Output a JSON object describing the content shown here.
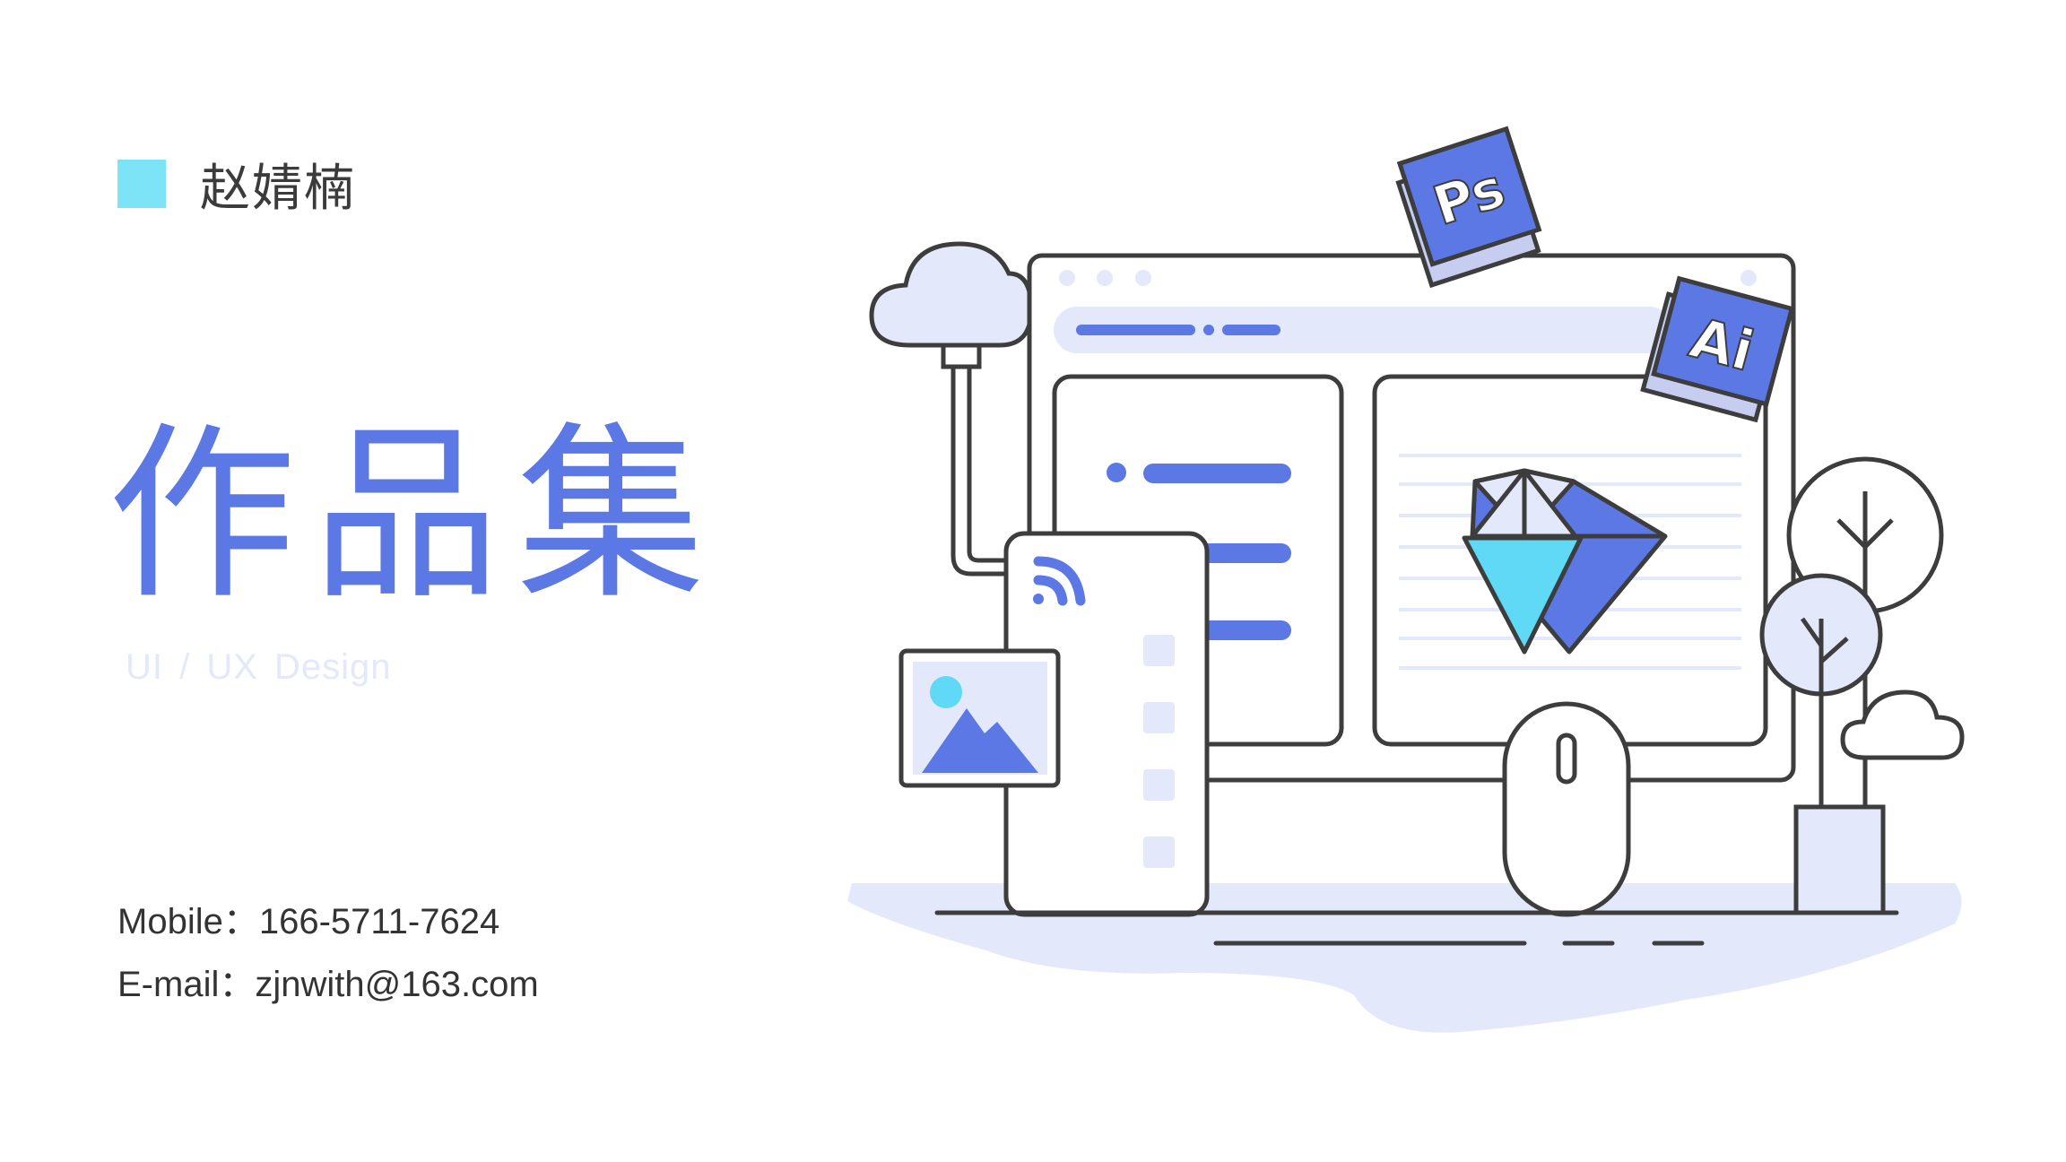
{
  "header": {
    "name": "赵婧楠"
  },
  "cover": {
    "title": "作品集",
    "subtitle": "UI / UX   Design"
  },
  "contact": {
    "mobile_label": "Mobile：",
    "mobile_value": "166-5711-7624",
    "email_label": "E-mail：",
    "email_value": "zjnwith@163.com"
  },
  "illustration": {
    "badge_ps": "Ps",
    "badge_ai": "Ai",
    "icons": [
      "cloud-icon",
      "browser-window-icon",
      "photoshop-icon",
      "illustrator-icon",
      "sketch-diamond-icon",
      "phone-icon",
      "wifi-icon",
      "image-icon",
      "mouse-icon",
      "tree-icon"
    ]
  },
  "colors": {
    "accent": "#5b78e4",
    "accent_light": "#e3e8fb",
    "cyan": "#5fd9f5",
    "square": "#7de3f7",
    "outline": "#3d3d3d"
  }
}
